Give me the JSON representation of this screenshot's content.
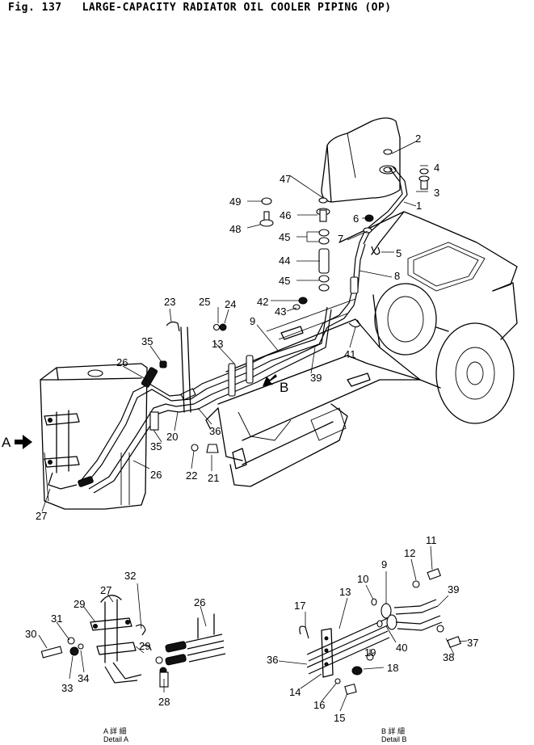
{
  "figure": {
    "number": "Fig. 137",
    "title": "LARGE-CAPACITY RADIATOR OIL COOLER PIPING (OP)"
  },
  "views": {
    "a": {
      "arrow_label": "A",
      "caption_jp": "A 詳 細",
      "caption": "Detail A"
    },
    "b": {
      "arrow_label": "B",
      "caption_jp": "B 詳 細",
      "caption": "Detail B"
    }
  },
  "callouts": {
    "main": [
      "1",
      "2",
      "3",
      "4",
      "5",
      "6",
      "7",
      "8",
      "9",
      "13",
      "20",
      "21",
      "22",
      "23",
      "24",
      "25",
      "26",
      "26",
      "27",
      "35",
      "35",
      "36",
      "39",
      "41",
      "42",
      "43",
      "44",
      "45",
      "45",
      "46",
      "47",
      "48",
      "49"
    ],
    "detail_a": [
      "26",
      "27",
      "28",
      "29",
      "29",
      "30",
      "31",
      "32",
      "33",
      "34"
    ],
    "detail_b": [
      "9",
      "10",
      "11",
      "12",
      "13",
      "14",
      "15",
      "16",
      "17",
      "18",
      "19",
      "36",
      "37",
      "38",
      "39",
      "40"
    ]
  }
}
